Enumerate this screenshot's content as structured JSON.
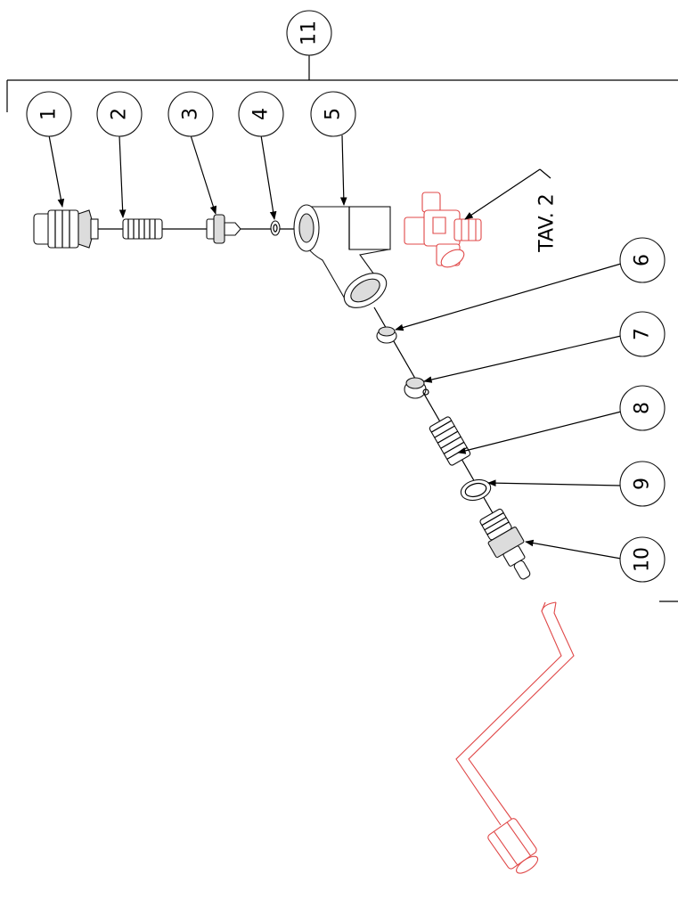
{
  "callouts": [
    {
      "id": "1",
      "label": "1"
    },
    {
      "id": "2",
      "label": "2"
    },
    {
      "id": "3",
      "label": "3"
    },
    {
      "id": "4",
      "label": "4"
    },
    {
      "id": "5",
      "label": "5"
    },
    {
      "id": "6",
      "label": "6"
    },
    {
      "id": "7",
      "label": "7"
    },
    {
      "id": "8",
      "label": "8"
    },
    {
      "id": "9",
      "label": "9"
    },
    {
      "id": "10",
      "label": "10"
    },
    {
      "id": "11",
      "label": "11"
    }
  ],
  "reference": {
    "label": "TAV. 2"
  },
  "colors": {
    "line": "#000000",
    "reference_parts": "#e04848"
  }
}
